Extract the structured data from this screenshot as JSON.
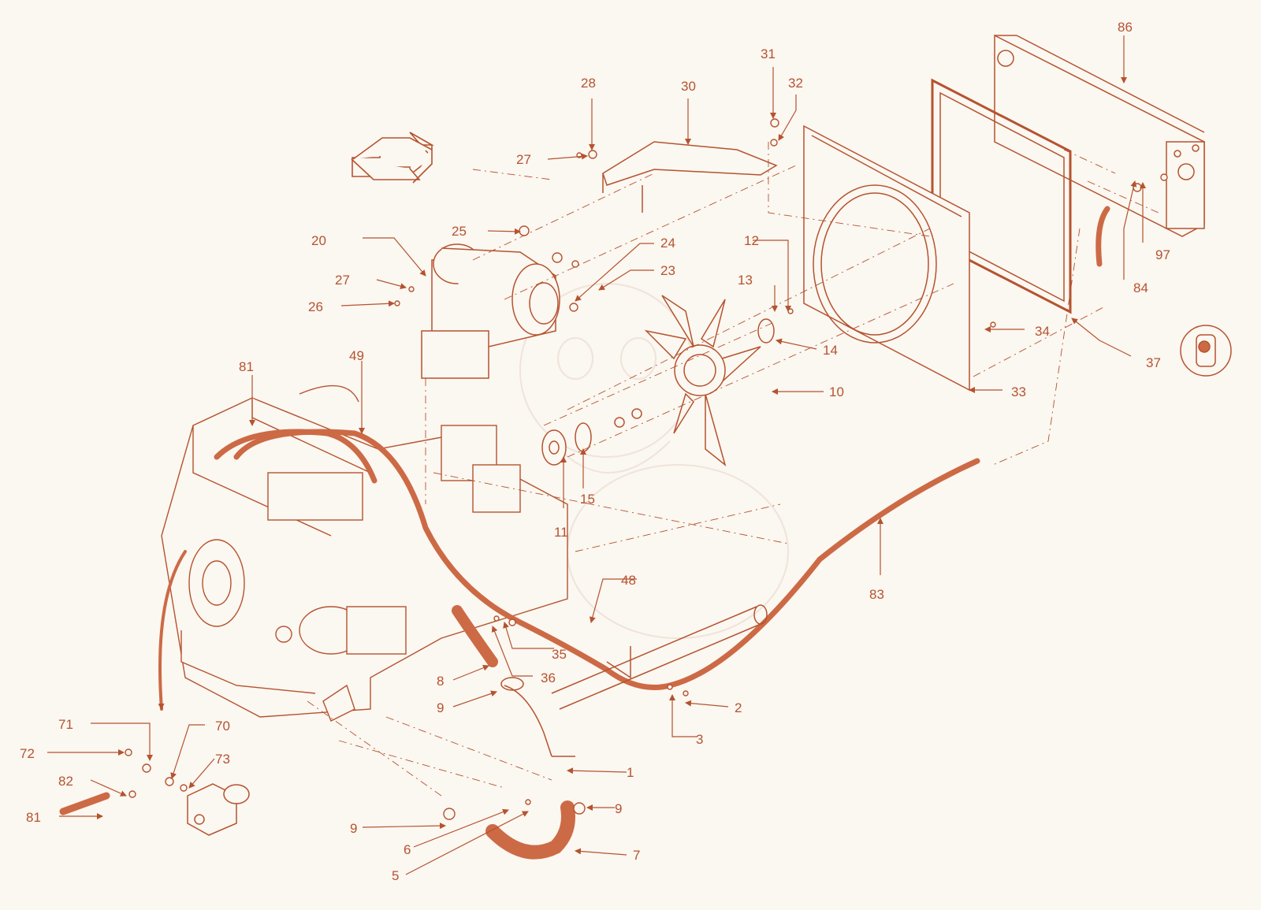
{
  "diagram": {
    "accent_color": "#cc6a45",
    "line_color": "#b5532f",
    "background_color": "#fbf7f1",
    "callouts": [
      {
        "id": "c1",
        "text": "1"
      },
      {
        "id": "c2",
        "text": "2"
      },
      {
        "id": "c3",
        "text": "3"
      },
      {
        "id": "c5",
        "text": "5"
      },
      {
        "id": "c6",
        "text": "6"
      },
      {
        "id": "c7",
        "text": "7"
      },
      {
        "id": "c8",
        "text": "8"
      },
      {
        "id": "c9a",
        "text": "9"
      },
      {
        "id": "c9b",
        "text": "9"
      },
      {
        "id": "c9c",
        "text": "9"
      },
      {
        "id": "c10",
        "text": "10"
      },
      {
        "id": "c11",
        "text": "11"
      },
      {
        "id": "c12",
        "text": "12"
      },
      {
        "id": "c13",
        "text": "13"
      },
      {
        "id": "c14",
        "text": "14"
      },
      {
        "id": "c15",
        "text": "15"
      },
      {
        "id": "c20",
        "text": "20"
      },
      {
        "id": "c23",
        "text": "23"
      },
      {
        "id": "c24",
        "text": "24"
      },
      {
        "id": "c25",
        "text": "25"
      },
      {
        "id": "c26",
        "text": "26"
      },
      {
        "id": "c27a",
        "text": "27"
      },
      {
        "id": "c27b",
        "text": "27"
      },
      {
        "id": "c28",
        "text": "28"
      },
      {
        "id": "c30",
        "text": "30"
      },
      {
        "id": "c31",
        "text": "31"
      },
      {
        "id": "c32",
        "text": "32"
      },
      {
        "id": "c33",
        "text": "33"
      },
      {
        "id": "c34",
        "text": "34"
      },
      {
        "id": "c35",
        "text": "35"
      },
      {
        "id": "c36",
        "text": "36"
      },
      {
        "id": "c37",
        "text": "37"
      },
      {
        "id": "c48",
        "text": "48"
      },
      {
        "id": "c49",
        "text": "49"
      },
      {
        "id": "c70",
        "text": "70"
      },
      {
        "id": "c71",
        "text": "71"
      },
      {
        "id": "c72",
        "text": "72"
      },
      {
        "id": "c73",
        "text": "73"
      },
      {
        "id": "c81a",
        "text": "81"
      },
      {
        "id": "c81b",
        "text": "81"
      },
      {
        "id": "c82",
        "text": "82"
      },
      {
        "id": "c83",
        "text": "83"
      },
      {
        "id": "c84",
        "text": "84"
      },
      {
        "id": "c86",
        "text": "86"
      },
      {
        "id": "c97",
        "text": "97"
      }
    ]
  }
}
